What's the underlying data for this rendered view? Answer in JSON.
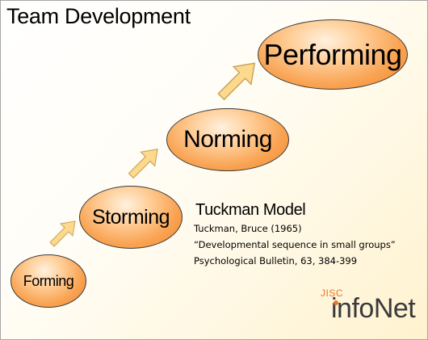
{
  "title": "Team Development",
  "stages": [
    {
      "label": "Forming"
    },
    {
      "label": "Storming"
    },
    {
      "label": "Norming"
    },
    {
      "label": "Performing"
    }
  ],
  "model": {
    "title": "Tuckman Model",
    "lines": [
      "Tuckman, Bruce (1965)",
      "“Developmental sequence in small groups”",
      "Psychological Bulletin, 63, 384-399"
    ]
  },
  "logo": {
    "prefix": "JISC",
    "name": "infoNet"
  },
  "colors": {
    "stage_fill": "#f9a352",
    "arrow_fill": "#fcd98c",
    "logo_orange": "#e87722"
  }
}
